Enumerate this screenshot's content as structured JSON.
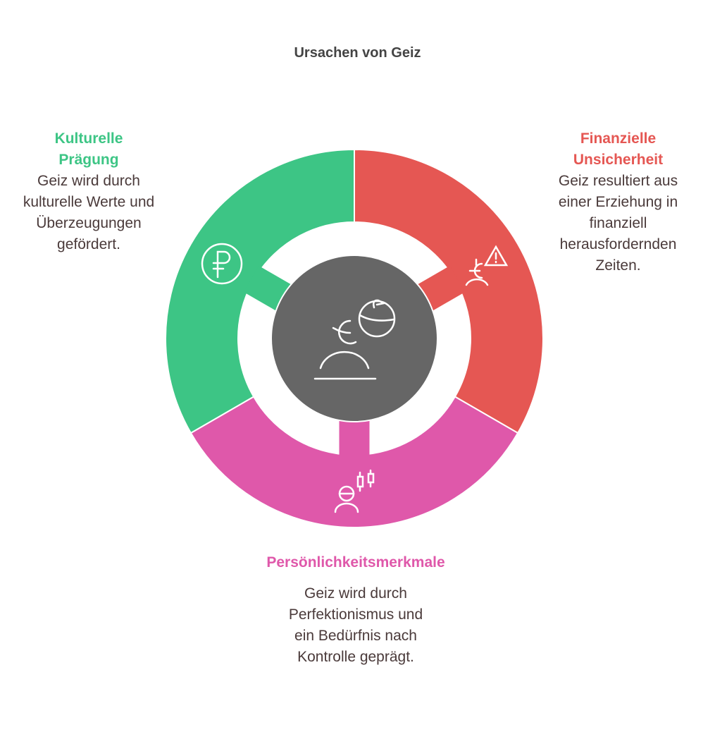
{
  "title": "Ursachen von Geiz",
  "colors": {
    "green": "#3DC585",
    "red": "#E55753",
    "magenta": "#DF58AA",
    "center": "#666666"
  },
  "segments": [
    {
      "key": "green",
      "heading": "Kulturelle Prägung",
      "text": "Geiz wird durch kulturelle Werte und Überzeugungen gefördert.",
      "icon": "ruble-coin-icon"
    },
    {
      "key": "red",
      "heading": "Finanzielle Unsicherheit",
      "text": "Geiz resultiert aus einer Erziehung in finanziell herausfordernden Zeiten.",
      "icon": "person-euro-warning-icon"
    },
    {
      "key": "magenta",
      "heading": "Persönlichkeitsmerkmale",
      "text": "Geiz wird durch Perfektionismus und ein Bedürfnis nach Kontrolle geprägt.",
      "icon": "person-candlestick-chart-icon"
    }
  ],
  "center_icon": "person-cycle-icon"
}
